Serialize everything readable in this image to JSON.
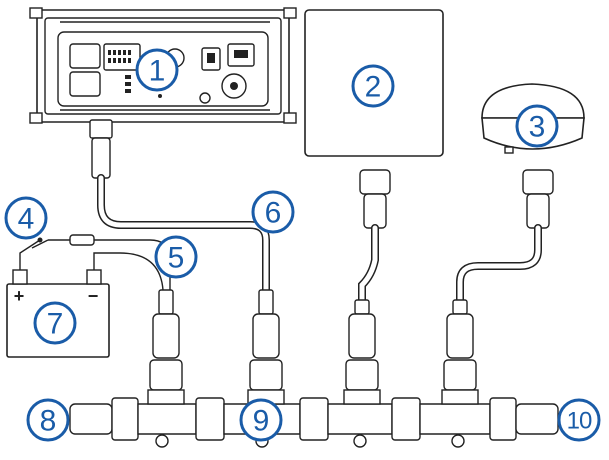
{
  "callouts": [
    {
      "id": "1",
      "label": "1"
    },
    {
      "id": "2",
      "label": "2"
    },
    {
      "id": "3",
      "label": "3"
    },
    {
      "id": "4",
      "label": "4"
    },
    {
      "id": "5",
      "label": "5"
    },
    {
      "id": "6",
      "label": "6"
    },
    {
      "id": "7",
      "label": "7"
    },
    {
      "id": "8",
      "label": "8"
    },
    {
      "id": "9",
      "label": "9"
    },
    {
      "id": "10",
      "label": "10"
    }
  ],
  "battery": {
    "plus": "+",
    "minus": "−"
  },
  "colors": {
    "callout": "#1a5ca8",
    "line": "#222222"
  }
}
